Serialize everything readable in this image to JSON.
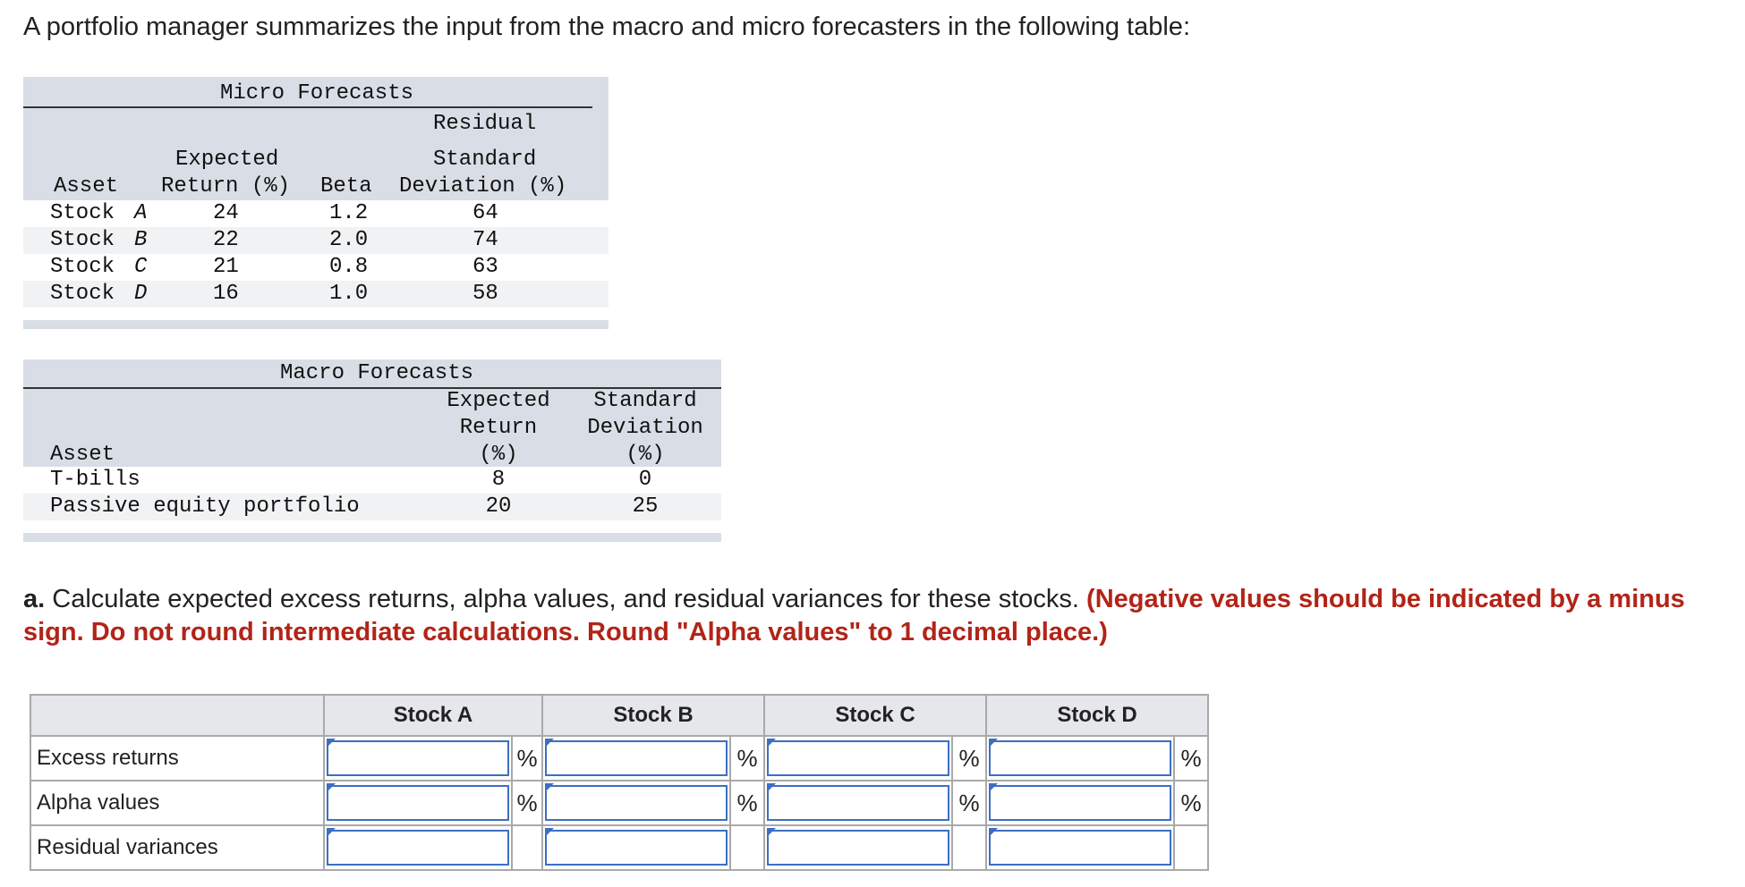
{
  "intro": "A portfolio manager summarizes the input from the macro and micro forecasters in the following table:",
  "micro": {
    "title": "Micro Forecasts",
    "headers": {
      "asset": "Asset",
      "expected_1": "Expected",
      "expected_2": "Return (%)",
      "beta": "Beta",
      "resid_1": "Residual",
      "resid_2": "Standard",
      "resid_3": "Deviation (%)"
    },
    "rows": [
      {
        "asset_prefix": "Stock",
        "asset_letter": "A",
        "expected_return": "24",
        "beta": "1.2",
        "residual_sd": "64"
      },
      {
        "asset_prefix": "Stock",
        "asset_letter": "B",
        "expected_return": "22",
        "beta": "2.0",
        "residual_sd": "74"
      },
      {
        "asset_prefix": "Stock",
        "asset_letter": "C",
        "expected_return": "21",
        "beta": "0.8",
        "residual_sd": "63"
      },
      {
        "asset_prefix": "Stock",
        "asset_letter": "D",
        "expected_return": "16",
        "beta": "1.0",
        "residual_sd": "58"
      }
    ]
  },
  "macro": {
    "title": "Macro Forecasts",
    "headers": {
      "asset": "Asset",
      "er_1": "Expected",
      "er_2": "Return",
      "er_3": "(%)",
      "sd_1": "Standard",
      "sd_2": "Deviation",
      "sd_3": "(%)"
    },
    "rows": [
      {
        "asset": "T-bills",
        "expected_return": "8",
        "sd": "0"
      },
      {
        "asset": "Passive equity portfolio",
        "expected_return": "20",
        "sd": "25"
      }
    ]
  },
  "question": {
    "label": "a.",
    "text": " Calculate expected excess returns, alpha values, and residual variances for these stocks. ",
    "instruction": "(Negative values should be indicated by a minus sign. Do not round intermediate calculations. Round \"Alpha values\" to 1 decimal place.)"
  },
  "answer_table": {
    "columns": [
      "Stock A",
      "Stock B",
      "Stock C",
      "Stock D"
    ],
    "rows": [
      {
        "label": "Excess returns",
        "unit": "%",
        "values": [
          "",
          "",
          "",
          ""
        ]
      },
      {
        "label": "Alpha values",
        "unit": "%",
        "values": [
          "",
          "",
          "",
          ""
        ]
      },
      {
        "label": "Residual variances",
        "unit": "",
        "values": [
          "",
          "",
          "",
          ""
        ]
      }
    ]
  },
  "colors": {
    "header_bg": "#d9dee6",
    "alt_row_bg": "#f1f2f4",
    "instruction_red": "#b22418",
    "input_border": "#3c6fc2"
  }
}
